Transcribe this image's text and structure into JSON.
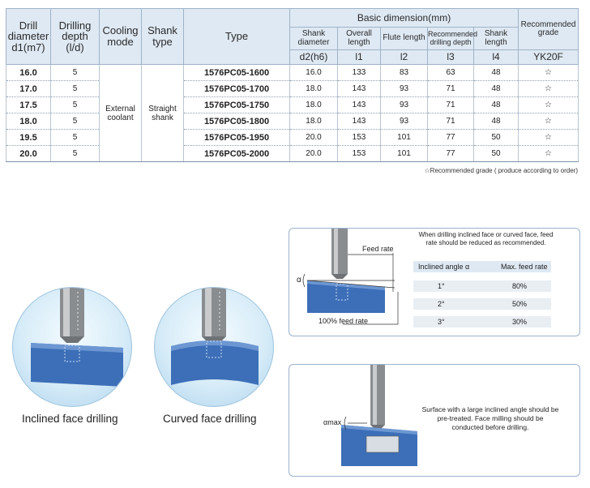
{
  "table": {
    "headers": {
      "drill_diameter": "Drill diameter",
      "drill_diameter_symbol": "d1(m7)",
      "drilling_depth": "Drilling depth",
      "drilling_depth_unit": "(l/d)",
      "cooling_mode": "Cooling mode",
      "shank_type": "Shank type",
      "type": "Type",
      "basic_dimension": "Basic dimension(mm)",
      "recommended_grade": "Recommended grade",
      "shank_diameter": "Shank diameter",
      "shank_diameter_symbol": "d2(h6)",
      "overall_length": "Overall length",
      "overall_length_symbol": "l1",
      "flute_length": "Flute length",
      "flute_length_symbol": "l2",
      "rec_drilling_depth": "Recommended drilling depth",
      "rec_drilling_depth_symbol": "l3",
      "shank_length": "Shank length",
      "shank_length_symbol": "l4",
      "grade_code": "YK20F"
    },
    "merged": {
      "cooling_mode": "External coolant",
      "shank_type": "Straight shank"
    },
    "rows": [
      {
        "d1": "16.0",
        "depth": "5",
        "type": "1576PC05-1600",
        "d2": "16.0",
        "l1": "133",
        "l2": "83",
        "l3": "63",
        "l4": "48",
        "grade": "☆"
      },
      {
        "d1": "17.0",
        "depth": "5",
        "type": "1576PC05-1700",
        "d2": "18.0",
        "l1": "143",
        "l2": "93",
        "l3": "71",
        "l4": "48",
        "grade": "☆"
      },
      {
        "d1": "17.5",
        "depth": "5",
        "type": "1576PC05-1750",
        "d2": "18.0",
        "l1": "143",
        "l2": "93",
        "l3": "71",
        "l4": "48",
        "grade": "☆"
      },
      {
        "d1": "18.0",
        "depth": "5",
        "type": "1576PC05-1800",
        "d2": "18.0",
        "l1": "143",
        "l2": "93",
        "l3": "71",
        "l4": "48",
        "grade": "☆"
      },
      {
        "d1": "19.5",
        "depth": "5",
        "type": "1576PC05-1950",
        "d2": "20.0",
        "l1": "153",
        "l2": "101",
        "l3": "77",
        "l4": "50",
        "grade": "☆"
      },
      {
        "d1": "20.0",
        "depth": "5",
        "type": "1576PC05-2000",
        "d2": "20.0",
        "l1": "153",
        "l2": "101",
        "l3": "77",
        "l4": "50",
        "grade": "☆"
      }
    ],
    "note": "☆Recommended grade ( produce according to order)"
  },
  "illustrations": {
    "inclined_caption": "Inclined face drilling",
    "curved_caption": "Curved face drilling"
  },
  "feed_box": {
    "instruction": "When drilling inclined face or curved face, feed rate should be reduced as recommended.",
    "feed_rate_label": "Feed rate",
    "full_feed_label": "100% feed rate",
    "alpha_label": "α",
    "col_angle": "Inclined angle α",
    "col_feed": "Max. feed rate",
    "rows": [
      {
        "angle": "1°",
        "feed": "80%"
      },
      {
        "angle": "2°",
        "feed": "50%"
      },
      {
        "angle": "3°",
        "feed": "30%"
      }
    ]
  },
  "pretreat_box": {
    "alpha_max_label": "αmax",
    "instruction": "Surface with a large inclined angle should be pre-treated. Face milling should be conducted before drilling."
  },
  "colors": {
    "header_bg": "#dfe9f3",
    "workpiece_blue": "#3d6fb8",
    "circle_blue": "#aed3ec"
  }
}
